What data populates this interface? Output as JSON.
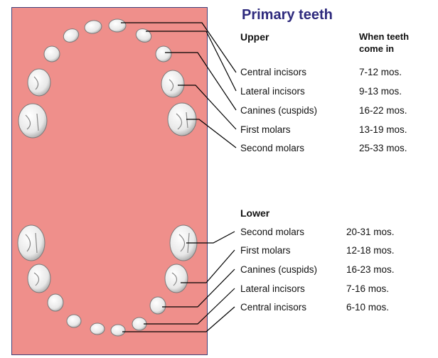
{
  "title": "Primary teeth",
  "upper": {
    "heading": "Upper",
    "column_header_line1": "When teeth",
    "column_header_line2": "come in",
    "rows": [
      {
        "name": "Central incisors",
        "time": "7-12 mos."
      },
      {
        "name": "Lateral incisors",
        "time": "9-13 mos."
      },
      {
        "name": "Canines (cuspids)",
        "time": "16-22 mos."
      },
      {
        "name": "First molars",
        "time": "13-19 mos."
      },
      {
        "name": "Second molars",
        "time": "25-33 mos."
      }
    ]
  },
  "lower": {
    "heading": "Lower",
    "rows": [
      {
        "name": "Second molars",
        "time": "20-31 mos."
      },
      {
        "name": "First molars",
        "time": "12-18 mos."
      },
      {
        "name": "Canines (cuspids)",
        "time": "16-23 mos."
      },
      {
        "name": "Lateral incisors",
        "time": "7-16 mos."
      },
      {
        "name": "Central incisors",
        "time": "6-10 mos."
      }
    ]
  },
  "colors": {
    "gum": "#ef8f8b",
    "border": "#43417a",
    "title": "#2e2a7d",
    "tooth": "#f4f4f4",
    "tooth_shadow": "#9a9a9a"
  }
}
